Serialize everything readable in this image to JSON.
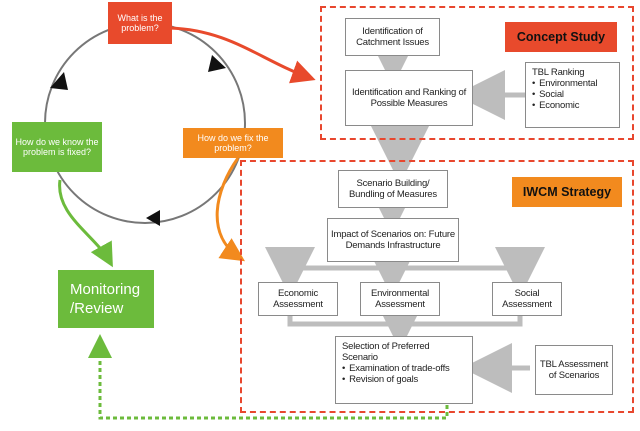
{
  "cycle_questions": {
    "what": "What is the problem?",
    "how_fix": "How do we fix the problem?",
    "how_know": "How do we know the problem is fixed?"
  },
  "concept_study": {
    "title": "Concept Study",
    "identification": "Identification of Catchment Issues",
    "ranking": "Identification and Ranking of Possible Measures",
    "tbl": {
      "title": "TBL Ranking",
      "items": [
        "Environmental",
        "Social",
        "Economic"
      ]
    }
  },
  "iwcm_strategy": {
    "title": "IWCM Strategy",
    "scenario_building": "Scenario Building/ Bundling of Measures",
    "impact": "Impact of Scenarios on: Future Demands Infrastructure",
    "economic": "Economic Assessment",
    "environmental": "Environmental Assessment",
    "social": "Social Assessment",
    "selection": {
      "title": "Selection of Preferred Scenario",
      "items": [
        "Examination of trade-offs",
        "Revision of goals"
      ]
    },
    "tbl_assessment": "TBL Assessment of Scenarios"
  },
  "monitoring": "Monitoring /Review",
  "colors": {
    "red": "#e84a2c",
    "orange": "#f28a1e",
    "green": "#6cbb3c",
    "gray_arrow": "#bdbdbd"
  }
}
